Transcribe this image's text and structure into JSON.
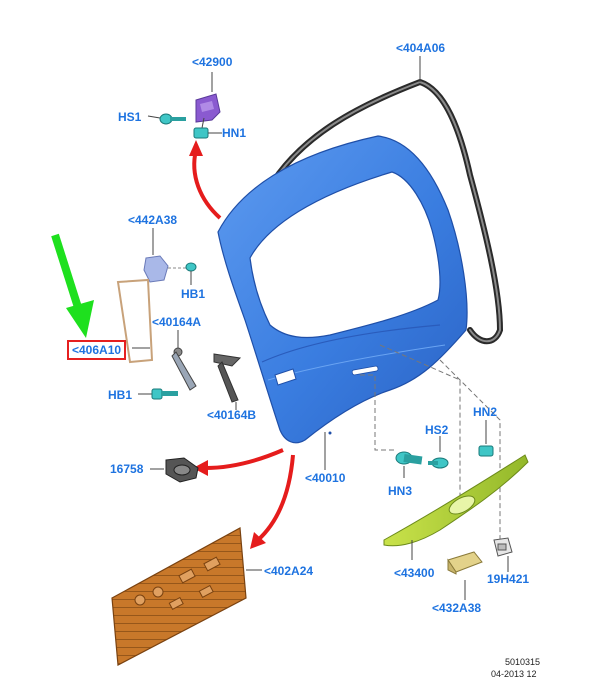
{
  "diagram": {
    "labels": {
      "p42900": "<42900",
      "hs1": "HS1",
      "hn1": "HN1",
      "p404A06": "<404A06",
      "p442A38": "<442A38",
      "hb1_top": "HB1",
      "p40164A": "<40164A",
      "p406A10": "<406A10",
      "hb1_bottom": "HB1",
      "p40164B": "<40164B",
      "p16758": "16758",
      "p40010": "<40010",
      "hs2": "HS2",
      "hn2": "HN2",
      "hn3": "HN3",
      "p402A24": "<402A24",
      "p43400": "<43400",
      "p19H421": "19H421",
      "p432A38": "<432A38"
    },
    "footer": {
      "ref": "5010315",
      "date": "04-2013 12"
    },
    "colors": {
      "label": "#1e73e0",
      "liftgate": "#3a7de0",
      "seal": "#2a2a2a",
      "arrow_red": "#e51c1c",
      "arrow_green": "#1ee01e",
      "highlight": "#e52020",
      "spoiler": "#b8d83a",
      "panel": "#c8782a",
      "fastener": "#3fc6c6",
      "latch": "#8a5ad0"
    }
  }
}
